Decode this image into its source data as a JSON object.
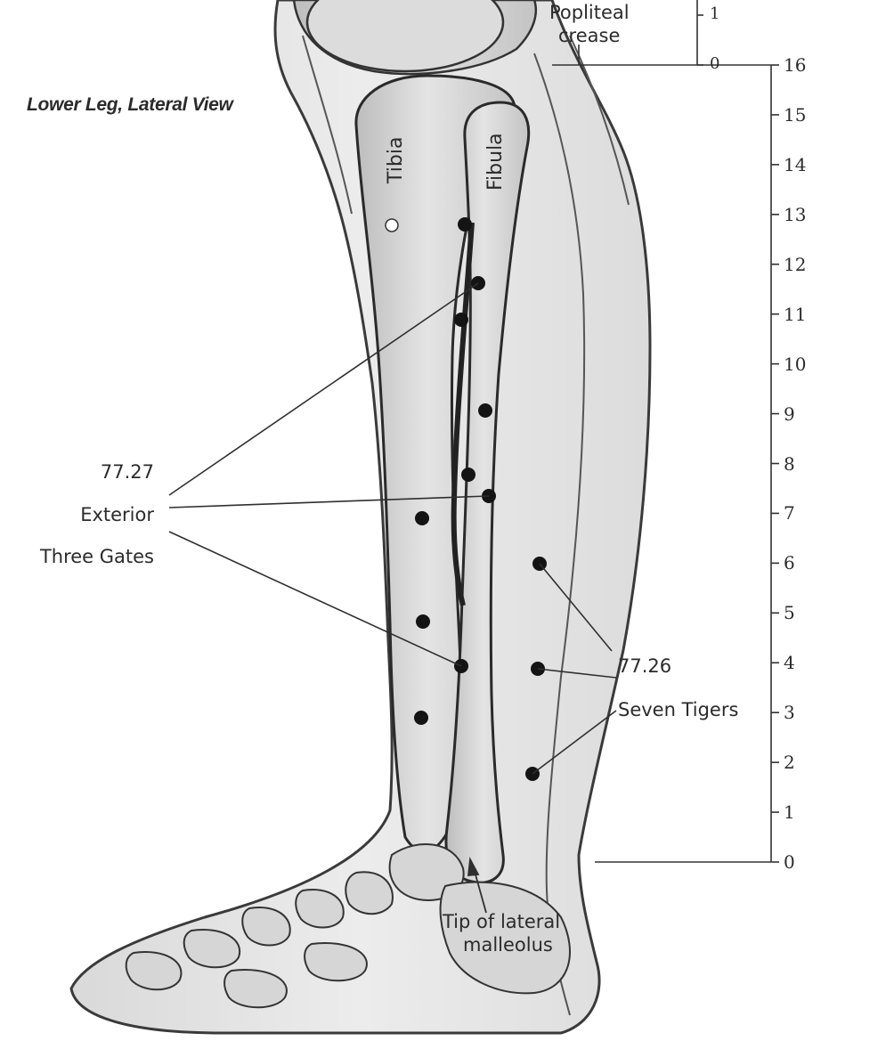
{
  "title": "Lower Leg, Lateral View",
  "bones": {
    "tibia": "Tibia",
    "fibula": "Fibula"
  },
  "landmarks": {
    "popliteal_line1": "Popliteal",
    "popliteal_line2": "crease",
    "malleolus_line1": "Tip of lateral",
    "malleolus_line2": "malleolus"
  },
  "labels": {
    "exterior_three_gates": {
      "code": "77.27",
      "line1": "Exterior",
      "line2": "Three Gates"
    },
    "seven_tigers": {
      "code": "77.26",
      "name": "Seven Tigers"
    }
  },
  "scales": {
    "main_ticks": [
      "0",
      "1",
      "2",
      "3",
      "4",
      "5",
      "6",
      "7",
      "8",
      "9",
      "10",
      "11",
      "12",
      "13",
      "14",
      "15",
      "16"
    ],
    "upper_ticks": [
      "0",
      "1"
    ]
  },
  "colors": {
    "skin": "#e6e6e6",
    "bone": "#d4d4d4",
    "outline": "#2a2a2a",
    "point": "#141414",
    "text": "#2b2b2b"
  }
}
